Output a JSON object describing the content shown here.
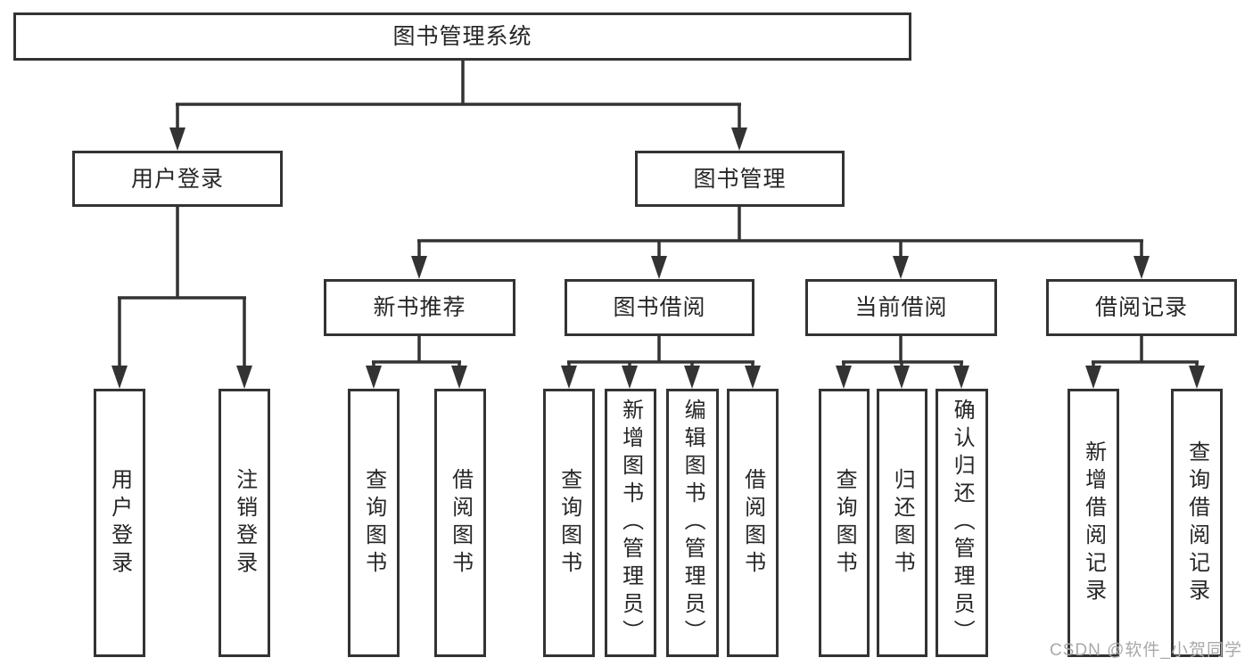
{
  "tree": {
    "label": "图书管理系统",
    "children": [
      {
        "label": "用户登录",
        "children": [
          {
            "label": "用户登录"
          },
          {
            "label": "注销登录"
          }
        ]
      },
      {
        "label": "图书管理",
        "children": [
          {
            "label": "新书推荐",
            "children": [
              {
                "label": "查询图书"
              },
              {
                "label": "借阅图书"
              }
            ]
          },
          {
            "label": "图书借阅",
            "children": [
              {
                "label": "查询图书"
              },
              {
                "label": "新增图书（管理员）"
              },
              {
                "label": "编辑图书（管理员）"
              },
              {
                "label": "借阅图书"
              }
            ]
          },
          {
            "label": "当前借阅",
            "children": [
              {
                "label": "查询图书"
              },
              {
                "label": "归还图书"
              },
              {
                "label": "确认归还（管理员）"
              }
            ]
          },
          {
            "label": "借阅记录",
            "children": [
              {
                "label": "新增借阅记录"
              },
              {
                "label": "查询借阅记录"
              }
            ]
          }
        ]
      }
    ]
  },
  "watermark": {
    "text": "CSDN @软件_小贺同学"
  },
  "colors": {
    "line": "#333333",
    "border": "#333333",
    "text": "#262626",
    "watermark": "#a9a9a9",
    "background": "#ffffff"
  }
}
